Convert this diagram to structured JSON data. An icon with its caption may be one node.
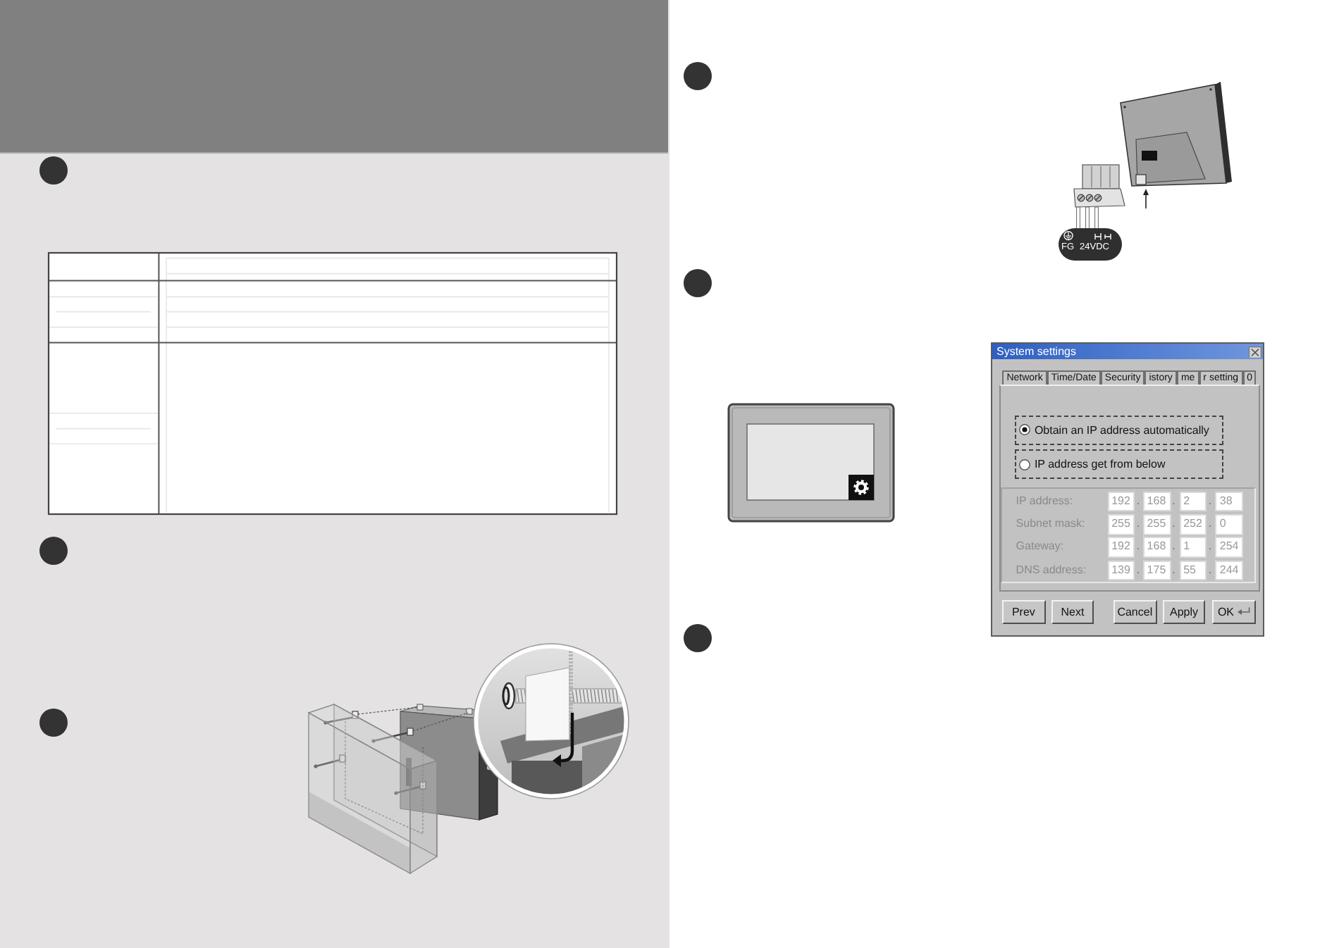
{
  "diagram": {
    "labels": [
      "FG",
      "24VDC",
      "System settings",
      "Network",
      "Time/Date",
      "Security",
      "istory",
      "me",
      "r setting",
      "0",
      "Obtain an IP address automatically",
      "IP address get from below",
      "IP address:",
      "192",
      ".",
      "168",
      ".",
      "2",
      ".",
      "38",
      "Subnet mask:",
      "255",
      ".",
      "255",
      ".",
      "252",
      ".",
      "0",
      "Gateway:",
      "192",
      ".",
      "168",
      ".",
      "1",
      ".",
      "254",
      "DNS address:",
      "139",
      ".",
      "175",
      ".",
      "55",
      ".",
      "244",
      "Prev",
      "Next",
      "Cancel",
      "Apply",
      "OK"
    ]
  }
}
